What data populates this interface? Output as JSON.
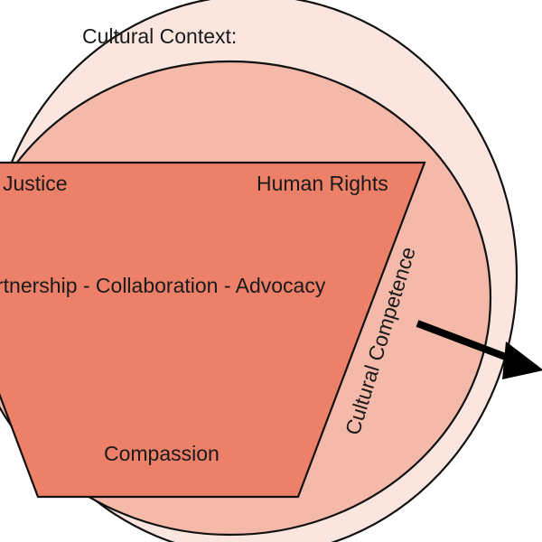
{
  "diagram": {
    "outer_label": "Cultural Context:",
    "trapezoid_labels": {
      "top_left": "Justice",
      "top_right": "Human Rights",
      "middle": "rtnership - Collaboration - Advocacy",
      "bottom": "Compassion"
    },
    "side_label": "Cultural Competence",
    "colors": {
      "outer_fill": "#fbe6df",
      "inner_fill": "#f4b9a9",
      "trapezoid_fill": "#ed8068",
      "outline": "#111111",
      "arrow": "#000000"
    }
  }
}
